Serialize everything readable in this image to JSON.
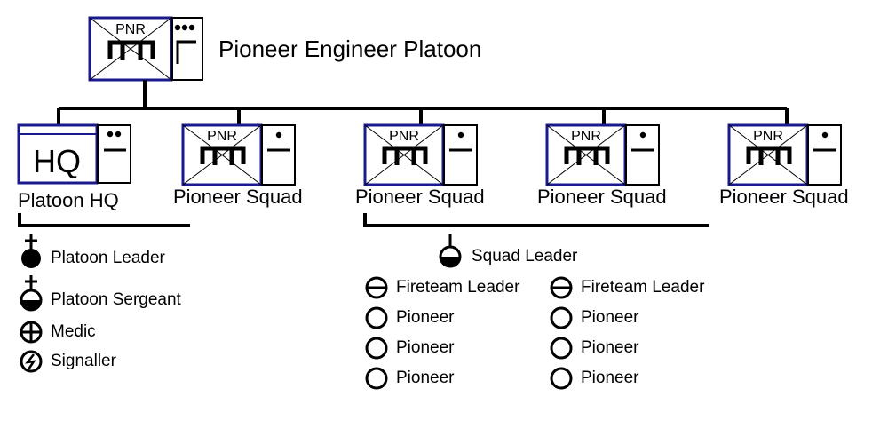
{
  "platoon": {
    "name": "Pioneer Engineer Platoon",
    "symbol_text": "PNR"
  },
  "units": [
    {
      "label": "Platoon HQ",
      "symbol_text": "HQ"
    },
    {
      "label": "Pioneer Squad",
      "symbol_text": "PNR"
    },
    {
      "label": "Pioneer Squad",
      "symbol_text": "PNR"
    },
    {
      "label": "Pioneer Squad",
      "symbol_text": "PNR"
    },
    {
      "label": "Pioneer Squad",
      "symbol_text": "PNR"
    }
  ],
  "hq_roles": [
    {
      "label": "Platoon Leader",
      "icon": "leader-filled-icon"
    },
    {
      "label": "Platoon Sergeant",
      "icon": "sergeant-half-icon"
    },
    {
      "label": "Medic",
      "icon": "medic-cross-icon"
    },
    {
      "label": "Signaller",
      "icon": "signaller-bolt-icon"
    }
  ],
  "squad_roles": {
    "leader": {
      "label": "Squad Leader",
      "icon": "squad-leader-icon"
    },
    "fireteams": [
      {
        "leader": "Fireteam Leader",
        "members": [
          "Pioneer",
          "Pioneer",
          "Pioneer"
        ]
      },
      {
        "leader": "Fireteam Leader",
        "members": [
          "Pioneer",
          "Pioneer",
          "Pioneer"
        ]
      }
    ]
  },
  "colors": {
    "frame_blue": "#1a1a8c",
    "line": "#000000"
  }
}
